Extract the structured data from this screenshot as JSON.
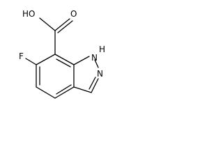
{
  "molecule": {
    "labels": {
      "hydroxyl": "HO",
      "carbonyl_oxygen": "O",
      "fluorine": "F",
      "nh": "H",
      "n1": "N",
      "n2": "N"
    }
  }
}
